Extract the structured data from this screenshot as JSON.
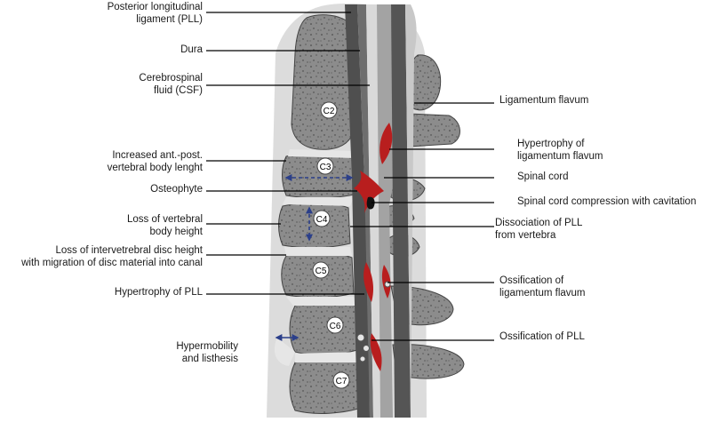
{
  "labels_left": {
    "pll": "Posterior longitudinal\nligament (PLL)",
    "dura": "Dura",
    "csf": "Cerebrospinal\nfluid (CSF)",
    "body_length": "Increased ant.-post.\nvertebral body lenght",
    "osteophyte": "Osteophyte",
    "body_height": "Loss of vertebral\nbody height",
    "disc_height": "Loss of intervetrebral disc height\nwith migration of disc material into canal",
    "pll_hypertrophy": "Hypertrophy of PLL",
    "hypermobility": "Hypermobility\nand listhesis"
  },
  "labels_right": {
    "lig_flavum": "Ligamentum flavum",
    "lig_hypertrophy": "Hypertrophy of\nligamentum flavum",
    "cord": "Spinal cord",
    "compression": "Spinal cord compression with cavitation",
    "dissociation": "Dissociation of PLL\nfrom vertebra",
    "lig_ossification": "Ossification of\nligamentum flavum",
    "pll_ossification": "Ossification of PLL"
  },
  "vertebrae": {
    "c2": "C2",
    "c3": "C3",
    "c4": "C4",
    "c5": "C5",
    "c6": "C6",
    "c7": "C7"
  },
  "colors": {
    "bone": "#8c8c8c",
    "bone_dark": "#5e5e5e",
    "ligament": "#4f4f4f",
    "csf": "#d9d9d9",
    "cord": "#a3a3a3",
    "lesion": "#b81e1e",
    "arrow": "#2b3f8a",
    "line": "#000000"
  }
}
